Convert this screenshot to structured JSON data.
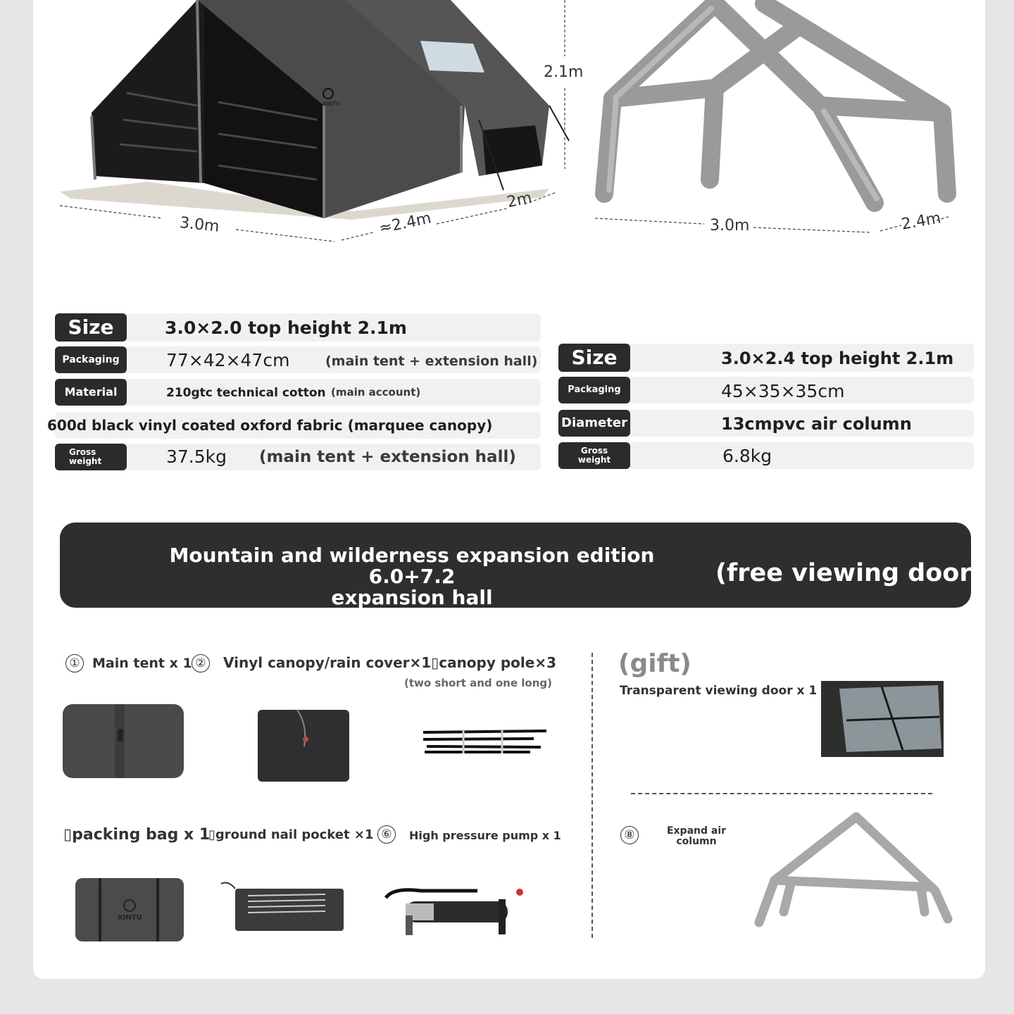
{
  "top": {
    "left_dims": {
      "height": "2.1m",
      "width": "3.0m",
      "depth": "≈2.4m",
      "extension": "2m"
    },
    "right_dims": {
      "width": "3.0m",
      "depth": "2.4m"
    },
    "brand_mark": "XINTU"
  },
  "spec_left": {
    "size_label": "Size",
    "size_value": "3.0×2.0 top height 2.1m",
    "pack_label": "Packaging",
    "pack_value": "77×42×47cm",
    "pack_note": "(main tent + extension hall)",
    "material_label": "Material",
    "material_value": "210gtc technical cotton",
    "material_note": "(main account)",
    "fabric_line": "600d black vinyl coated oxford fabric (marquee canopy)",
    "weight_label_1": "Gross",
    "weight_label_2": "weight",
    "weight_value": "37.5kg",
    "weight_note": "(main tent + extension hall)"
  },
  "spec_right": {
    "size_label": "Size",
    "size_value": "3.0×2.4 top height 2.1m",
    "pack_label": "Packaging",
    "pack_value": "45×35×35cm",
    "diameter_label": "Diameter",
    "diameter_value": "13cmpvc air column",
    "weight_label_1": "Gross",
    "weight_label_2": "weight",
    "weight_value": "6.8kg"
  },
  "banner": {
    "line1": "Mountain and wilderness expansion edition 6.0+7.2",
    "line2": "expansion hall",
    "right": "(free viewing door)"
  },
  "items": {
    "n1": "①",
    "main_tent": "Main tent x 1",
    "n2": "②",
    "canopy": "Vinyl canopy/rain cover×1\u0000canopy pole×3",
    "canopy_display": "Vinyl canopy/rain cover×1▯canopy pole×3",
    "canopy_note": "(two short and one long)",
    "packing_bag": "▯packing bag x 1",
    "nail_pocket": "▯ground nail pocket ×1",
    "n6": "⑥",
    "pump": "High pressure pump x 1",
    "gift_title": "(gift)",
    "gift_item": "Transparent viewing door x 1",
    "n8": "⑧",
    "expand_1": "Expand air",
    "expand_2": "column",
    "bag_brand": "XINTU"
  }
}
